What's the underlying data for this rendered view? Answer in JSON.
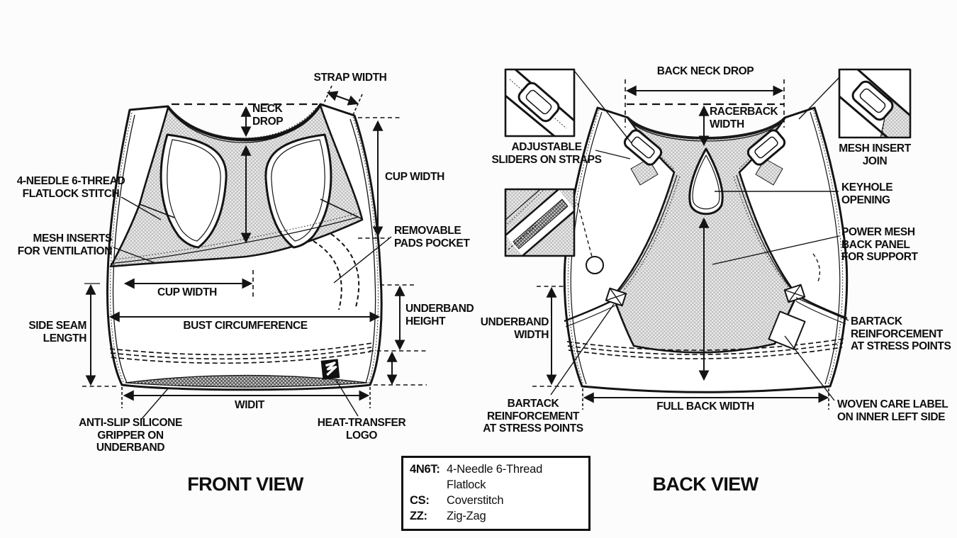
{
  "front": {
    "title": "FRONT VIEW",
    "labels": {
      "strap_width": "STRAP WIDTH",
      "neck_drop": "NECK\nDROP",
      "cup_width_vertical": "CUP WIDTH",
      "removable_pads": "REMOVABLE\nPADS POCKET",
      "flatlock": "4-NEEDLE 6-THREAD\nFLATLOCK STITCH",
      "mesh_inserts": "MESH INSERTS\nFOR VENTILATION",
      "cup_width_horizontal": "CUP WIDTH",
      "bust_circumference": "BUST CIRCUMFERENCE",
      "side_seam": "SIDE SEAM\nLENGTH",
      "underband_height": "UNDERBAND\nHEIGHT",
      "width_bottom": "WIDIT",
      "anti_slip": "ANTI-SLIP SILICONE\nGRIPPER ON\nUNDERBAND",
      "heat_logo": "HEAT-TRANSFER\nLOGO"
    }
  },
  "back": {
    "title": "BACK VIEW",
    "labels": {
      "back_neck_drop": "BACK NECK DROP",
      "racerback_width": "RACERBACK\nWIDTH",
      "adjustable_sliders": "ADJUSTABLE\nSLIDERS ON STRAPS",
      "mesh_insert_join": "MESH INSERT\nJOIN",
      "keyhole": "KEYHOLE\nOPENING",
      "power_mesh": "POWER MESH\nBACK PANEL\nFOR SUPPORT",
      "underband_width": "UNDERBAND\nWIDTH",
      "bartack_left": "BARTACK\nREINFORCEMENT\nAT STRESS POINTS",
      "full_back_width": "FULL BACK WIDTH",
      "bartack_right": "BARTACK\nREINFORCEMENT\nAT STRESS POINTS",
      "woven_care_label": "WOVEN CARE LABEL\nON INNER LEFT SIDE"
    }
  },
  "legend": {
    "rows": [
      {
        "key": "4N6T:",
        "value": "4-Needle 6-Thread Flatlock"
      },
      {
        "key": "CS:",
        "value": "Coverstitch"
      },
      {
        "key": "ZZ:",
        "value": "Zig-Zag"
      }
    ]
  },
  "colors": {
    "ink": "#141414",
    "mesh": "#b5b5b5",
    "paper": "#fcfcfc"
  }
}
